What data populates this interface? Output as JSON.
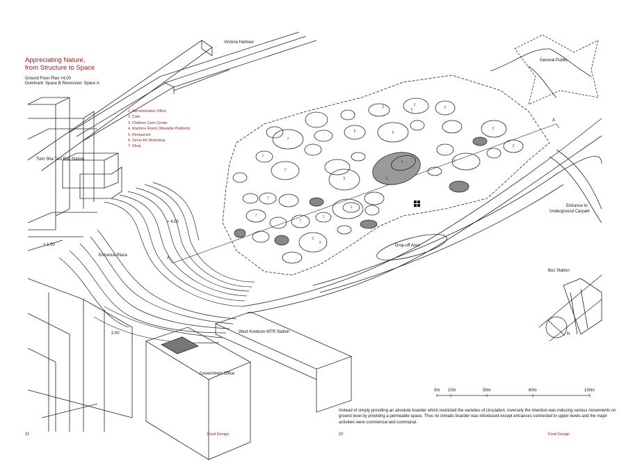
{
  "title": {
    "line1": "Appreciating Nature,",
    "line2": "from Structure to Space",
    "plan": "Ground Floor Plan  +4.00",
    "dominance": "Dominant: Space B    Recessive: Space A"
  },
  "legend": [
    "1. Administrative Office",
    "2. Cafe",
    "3. Children Care Center",
    "4. Machine Room (Movable Platform)",
    "5. Restaurant",
    "6. Senio Art Workshop",
    "7. Shop"
  ],
  "labels": {
    "victoria_harbour": "Victoria Harbour",
    "general_public": "General Public",
    "fire_station": "Tsim Sha Tsui Fire Station",
    "level_400": "+ 4.00",
    "level_100": "+ 1.00",
    "level_200": "2.00",
    "entrance_plaza": "Entrance Plaza",
    "mtr_station": "West Kowloon MTR Station",
    "government_office": "Government Office",
    "drop_off": "Drop-off Area",
    "carpark_line1": "Entrance to",
    "carpark_line2": "Underground Carpark",
    "bus_station": "Bus Station",
    "section_a_left": "A",
    "section_a_right": "A",
    "north": "N"
  },
  "scale_bar": [
    "0m",
    "10m",
    "30m",
    "60m",
    "100m"
  ],
  "paragraph": "Instead of simply providing an absolute boarder which restricted the varieties of circulation, inversely the intention was inducing various movements on ground level by providing a permeable space. Thus no climatic boarder was introduced except entrances connected to upper levels and the major activities were commercial and communal.",
  "footer": {
    "left_page": "21",
    "left_section": "Final Design",
    "right_page": "22",
    "right_section": "Final Design"
  },
  "room_numbers": [
    "2",
    "2",
    "2",
    "2",
    "2",
    "2",
    "5",
    "7",
    "7",
    "7",
    "5",
    "4",
    "6",
    "5",
    "7",
    "7",
    "7",
    "1",
    "1",
    "3",
    "3",
    "2"
  ],
  "colors": {
    "accent": "#8b1a1a",
    "line": "#222222",
    "fill_dark": "#9a9a9a"
  }
}
